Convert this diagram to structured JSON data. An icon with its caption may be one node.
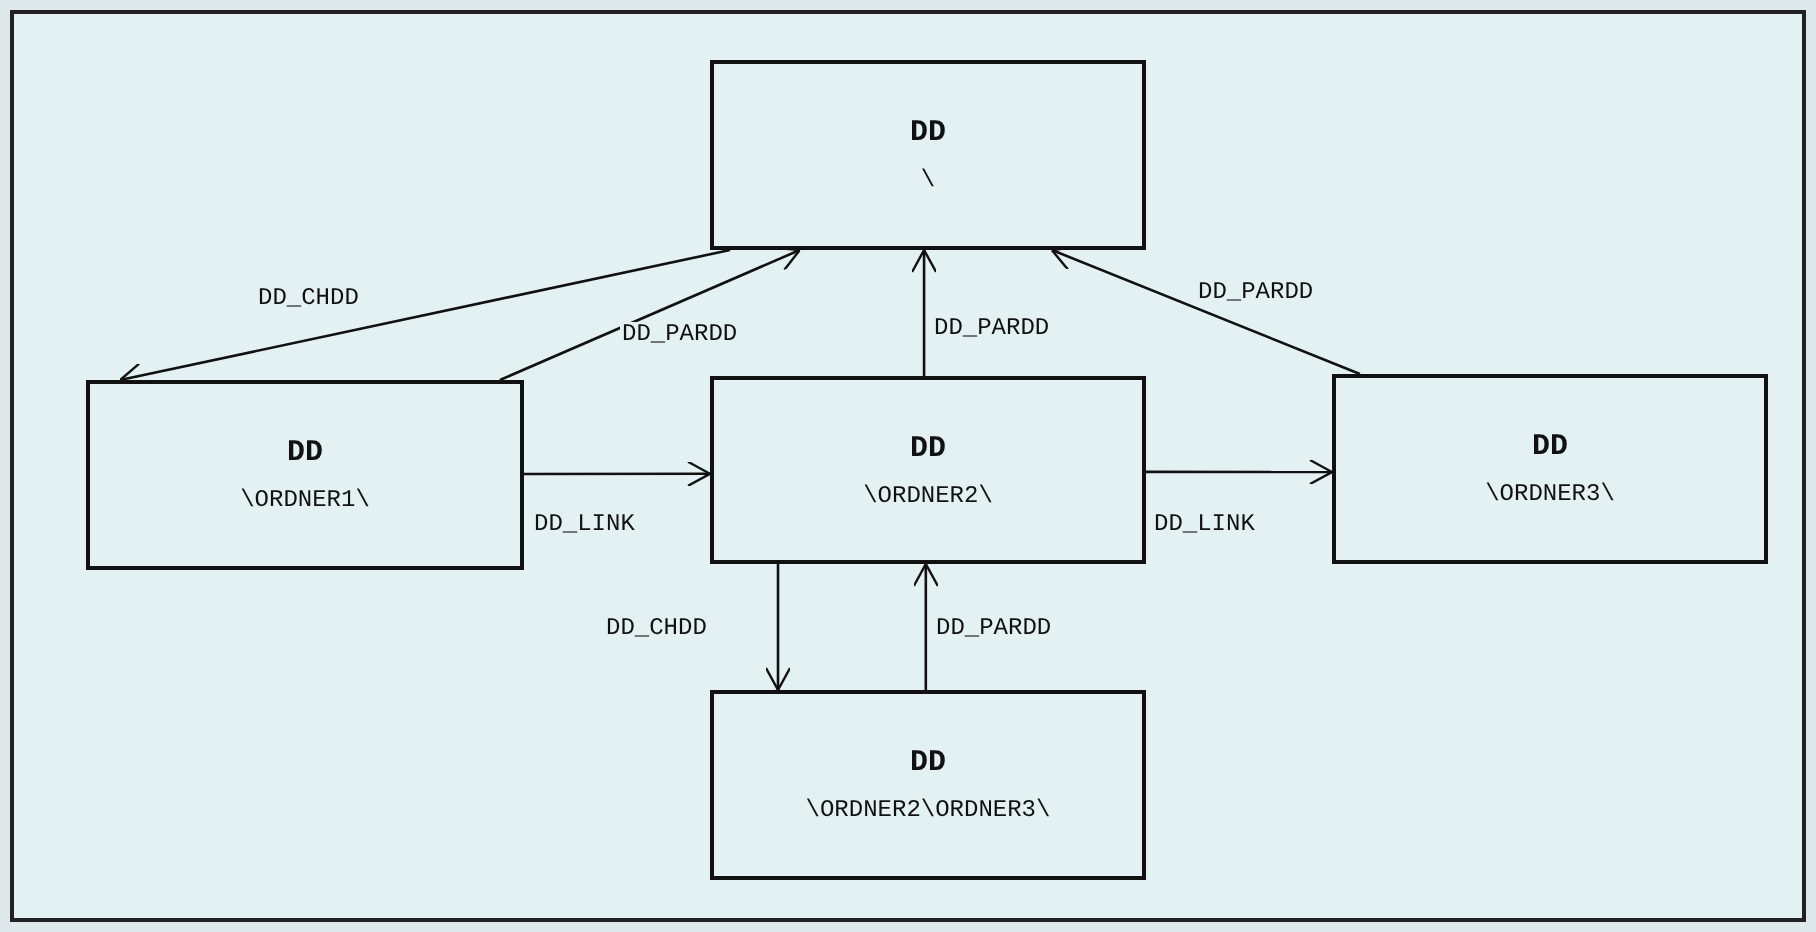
{
  "diagram": {
    "nodes": [
      {
        "text": [
          "DD",
          "\\"
        ]
      },
      {
        "text": [
          "DD",
          "\\ORDNER1\\"
        ]
      },
      {
        "text": [
          "DD",
          "\\ORDNER2\\"
        ]
      },
      {
        "text": [
          "DD",
          "\\ORDNER3\\"
        ]
      },
      {
        "text": [
          "DD",
          "\\ORDNER2\\ORDNER3\\"
        ]
      }
    ],
    "edges": [
      {
        "from": 0,
        "to": 1,
        "arrow": "to",
        "label": "DD_CHDD"
      },
      {
        "from": 1,
        "to": 0,
        "arrow": "to",
        "label": "DD_PARDD"
      },
      {
        "from": 1,
        "to": 2,
        "arrow": "to",
        "label": "DD_LINK"
      },
      {
        "from": 2,
        "to": 0,
        "arrow": "to",
        "label": "DD_PARDD"
      },
      {
        "from": 3,
        "to": 0,
        "arrow": "to",
        "label": "DD_PARDD"
      },
      {
        "from": 2,
        "to": 3,
        "arrow": "to",
        "label": "DD_LINK"
      },
      {
        "from": 2,
        "to": 4,
        "arrow": "to",
        "label": "DD_CHDD"
      },
      {
        "from": 4,
        "to": 2,
        "arrow": "to",
        "label": "DD_PARDD"
      }
    ]
  }
}
